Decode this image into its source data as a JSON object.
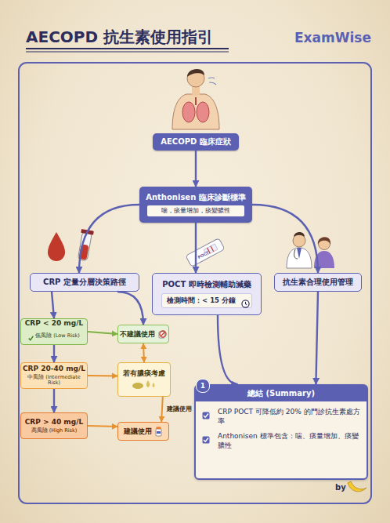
{
  "diagram": {
    "title": "AECOPD 抗生素使用指引",
    "nodes": [
      {
        "text": [
          "AECOPD 臨床症狀"
        ]
      },
      {
        "text": [
          "Anthonisen 臨床診斷標準",
          "喘，痰量增加，痰變膿性"
        ]
      },
      {
        "text": [
          "CRP 定量分層決策路徑"
        ]
      },
      {
        "text": [
          "POCT 即時檢測輔助減藥",
          "檢測時間：< 15 分鐘"
        ]
      },
      {
        "text": [
          "抗生素合理使用管理"
        ]
      },
      {
        "text": [
          "CRP < 20 mg/L",
          "低風險 (Low Risk)"
        ]
      },
      {
        "text": [
          "不建議使用"
        ]
      },
      {
        "text": [
          "CRP 20-40 mg/L",
          "中風險 (Intermediate Risk)"
        ]
      },
      {
        "text": [
          "若有膿痰考慮"
        ]
      },
      {
        "text": [
          "CRP > 40 mg/L",
          "高風險 (High Risk)"
        ]
      },
      {
        "text": [
          "建議使用"
        ]
      },
      {
        "text": [
          "總結 (Summary)",
          "CRP POCT 可降低約 20% 的門診抗生素處方率",
          "Anthonisen 標準包含：喘、痰量增加、痰變膿性"
        ]
      }
    ],
    "edges": [
      {
        "from": 0,
        "to": 1,
        "arrow": "to"
      },
      {
        "from": 1,
        "to": 2,
        "arrow": "to"
      },
      {
        "from": 1,
        "to": 3,
        "arrow": "to"
      },
      {
        "from": 1,
        "to": 4,
        "arrow": "to"
      },
      {
        "from": 2,
        "to": 5,
        "arrow": "to"
      },
      {
        "from": 2,
        "to": 6,
        "arrow": "to"
      },
      {
        "from": 5,
        "to": 6,
        "arrow": "to"
      },
      {
        "from": 5,
        "to": 7,
        "arrow": "to"
      },
      {
        "from": 7,
        "to": 8,
        "arrow": "to"
      },
      {
        "from": 8,
        "to": 6,
        "arrow": "both"
      },
      {
        "from": 7,
        "to": 9,
        "arrow": "to"
      },
      {
        "from": 9,
        "to": 10,
        "arrow": "to"
      },
      {
        "from": 8,
        "to": 10,
        "label": "建議使用",
        "arrow": "to"
      },
      {
        "from": 3,
        "to": 11,
        "arrow": "to"
      },
      {
        "from": 4,
        "to": 11,
        "arrow": "to"
      }
    ],
    "labels": [
      "ExamWise",
      "POCT",
      "1",
      "by"
    ]
  }
}
